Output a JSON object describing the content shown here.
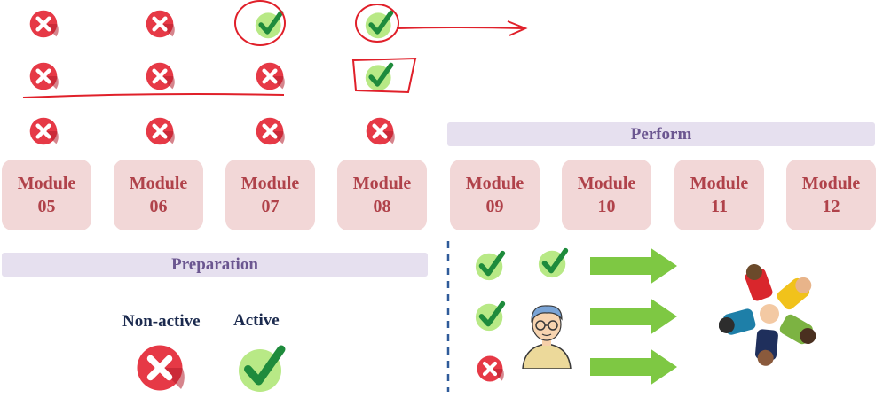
{
  "modules": [
    {
      "label": "Module",
      "number": "05"
    },
    {
      "label": "Module",
      "number": "06"
    },
    {
      "label": "Module",
      "number": "07"
    },
    {
      "label": "Module",
      "number": "08"
    },
    {
      "label": "Module",
      "number": "09"
    },
    {
      "label": "Module",
      "number": "10"
    },
    {
      "label": "Module",
      "number": "11"
    },
    {
      "label": "Module",
      "number": "12"
    }
  ],
  "bars": {
    "perform": "Perform",
    "preparation": "Preparation"
  },
  "legend": {
    "inactive": "Non-active",
    "active": "Active"
  },
  "grid_status": [
    [
      "cross",
      "cross",
      "check",
      "check"
    ],
    [
      "cross",
      "cross",
      "cross",
      "check"
    ],
    [
      "cross",
      "cross",
      "cross",
      "cross"
    ]
  ],
  "colors": {
    "cross": "#e63946",
    "check_bg": "#b8e986",
    "check": "#1e8b3c",
    "arrow": "#7ec843",
    "module_bg": "#f2d7d7",
    "module_text": "#b0424a",
    "bar_bg": "#e6e0ef",
    "bar_text": "#6b5690",
    "annotation": "#e0202a",
    "dashed_line": "#2f5b9a"
  }
}
